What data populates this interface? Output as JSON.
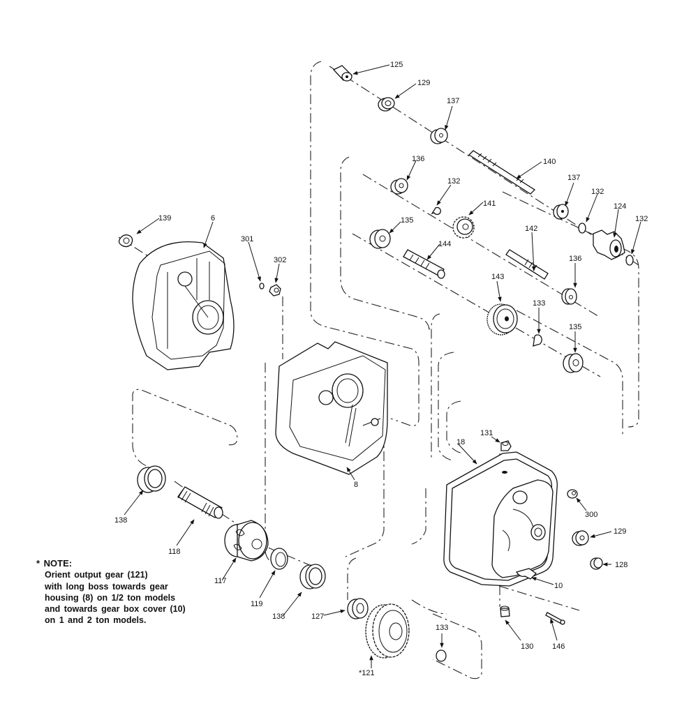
{
  "diagram": {
    "type": "exploded-parts-view",
    "subject": "hoist gear box assembly",
    "labels": {
      "p125": "125",
      "p129a": "129",
      "p137a": "137",
      "p140": "140",
      "p136a": "136",
      "p132a": "132",
      "p141": "141",
      "p137b": "137",
      "p132b": "132",
      "p124": "124",
      "p132c": "132",
      "p139": "139",
      "p6": "6",
      "p301": "301",
      "p302": "302",
      "p135a": "135",
      "p144": "144",
      "p142": "142",
      "p136b": "136",
      "p143": "143",
      "p133a": "133",
      "p135b": "135",
      "p131": "131",
      "p18": "18",
      "p8": "8",
      "p300": "300",
      "p138a": "138",
      "p118": "118",
      "p129b": "129",
      "p117": "117",
      "p128": "128",
      "p10": "10",
      "p119": "119",
      "p138b": "138",
      "p127": "127",
      "p133b": "133",
      "p130": "130",
      "p146": "146",
      "p121": "*121"
    }
  },
  "note": {
    "title": "* NOTE:",
    "lines": [
      "Orient output gear (121)",
      "with long boss towards gear",
      "housing (8) on 1/2 ton models",
      "and towards gear box cover (10)",
      "on 1 and 2 ton models."
    ]
  }
}
